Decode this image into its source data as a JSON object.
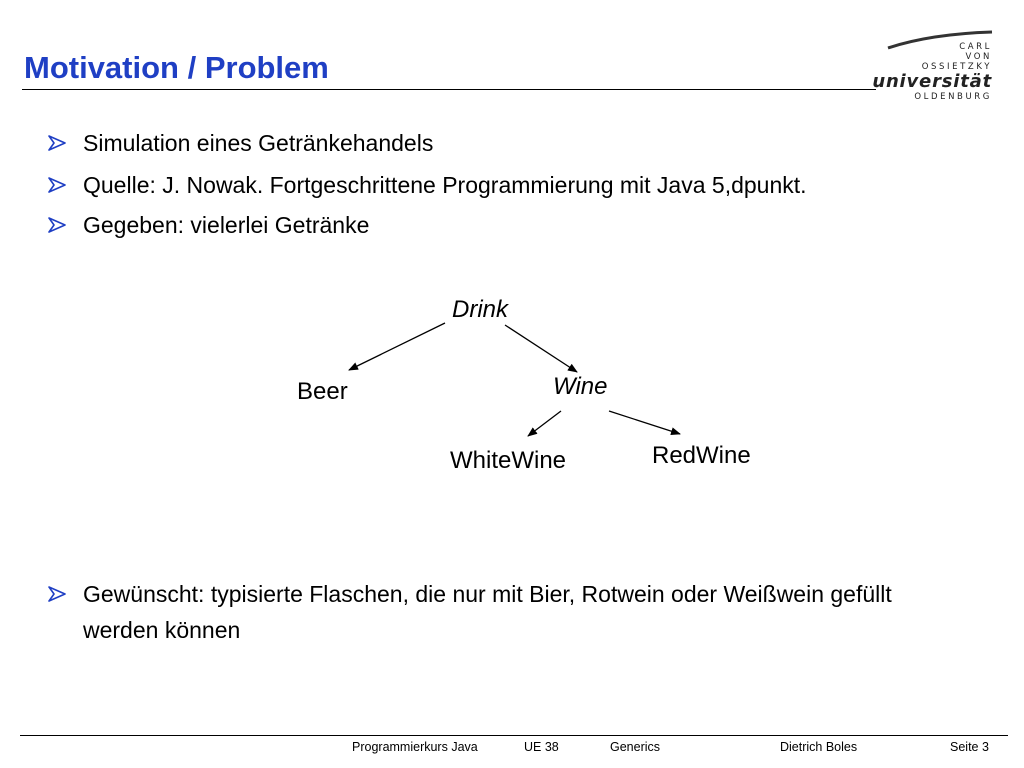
{
  "slide": {
    "title": "Motivation / Problem",
    "bullets": [
      "Simulation eines Getränkehandels",
      "Quelle: J. Nowak. Fortgeschrittene Programmierung mit Java 5,dpunkt.",
      "Gegeben: vielerlei Getränke"
    ],
    "bottom_bullet": "Gewünscht: typisierte Flaschen, die nur mit Bier, Rotwein oder Weißwein gefüllt werden können",
    "bullet_icon": "arrowhead-bullet-icon",
    "accent_color": "#1f3fc4"
  },
  "logo": {
    "line1": "CARL",
    "line2": "VON",
    "line3": "OSSIETZKY",
    "line4": "universität",
    "line5": "OLDENBURG"
  },
  "diagram": {
    "nodes": {
      "drink": "Drink",
      "beer": "Beer",
      "wine": "Wine",
      "whitewine": "WhiteWine",
      "redwine": "RedWine"
    },
    "edges": [
      [
        "Drink",
        "Beer"
      ],
      [
        "Drink",
        "Wine"
      ],
      [
        "Wine",
        "WhiteWine"
      ],
      [
        "Wine",
        "RedWine"
      ]
    ]
  },
  "footer": {
    "course": "Programmierkurs Java",
    "unit": "UE 38",
    "topic": "Generics",
    "author": "Dietrich Boles",
    "page": "Seite 3"
  }
}
